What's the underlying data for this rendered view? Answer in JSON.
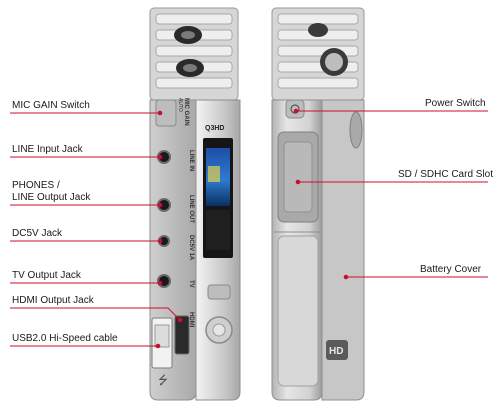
{
  "labels": {
    "mic_gain": "MIC GAIN Switch",
    "line_input": "LINE Input Jack",
    "phones_line1": "PHONES /",
    "phones_line2": "LINE Output Jack",
    "dc5v": "DC5V Jack",
    "tv_output": "TV Output Jack",
    "hdmi_output": "HDMI Output Jack",
    "usb": "USB2.0 Hi-Speed cable",
    "power": "Power Switch",
    "sd_slot": "SD / SDHC Card Slot",
    "battery": "Battery Cover"
  },
  "device_print": {
    "mic_gain_text": "MIC GAIN",
    "auto_text": "AUTO",
    "line_in": "LINE IN",
    "line_out": "LINE OUT",
    "dc": "DC5V 1A",
    "tv": "TV",
    "hdmi": "HDMI",
    "brand": "Q3HD",
    "hd_badge": "HD"
  },
  "colors": {
    "leader": "#c8102e",
    "body_light": "#e9e9e9",
    "body_mid": "#c9c9c9",
    "body_dark": "#9a9a9a",
    "screen": "#151515"
  }
}
